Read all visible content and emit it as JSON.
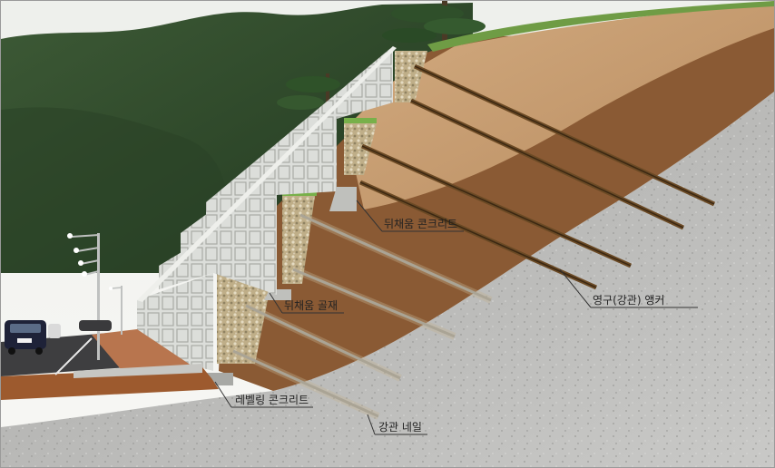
{
  "labels": {
    "backfill_concrete": "뒤채움 콘크리트",
    "ground_anchor": "영구(강관) 앵커",
    "backfill_aggregate": "뒤채움 골재",
    "leveling_concrete": "레벨링 콘크리트",
    "steel_nail": "강관 네일"
  },
  "colors": {
    "sky": "#f4f5f2",
    "forest": "#2f4a2c",
    "upper_soil": "#c69a6e",
    "brown_soil": "#8a5a34",
    "rock": "#b4b4b2",
    "wall_block": "#d9dbd6",
    "anchor_rod": "#6b4a25",
    "nail_rod": "#9c9c98",
    "gravel": "#c2b28c",
    "grass": "#78b04a",
    "road": "#3e3e40",
    "sidewalk": "#b8754e",
    "car": "#1e2238"
  },
  "icons": [
    "car-icon",
    "street-lamp-icon",
    "pine-tree-icon"
  ]
}
